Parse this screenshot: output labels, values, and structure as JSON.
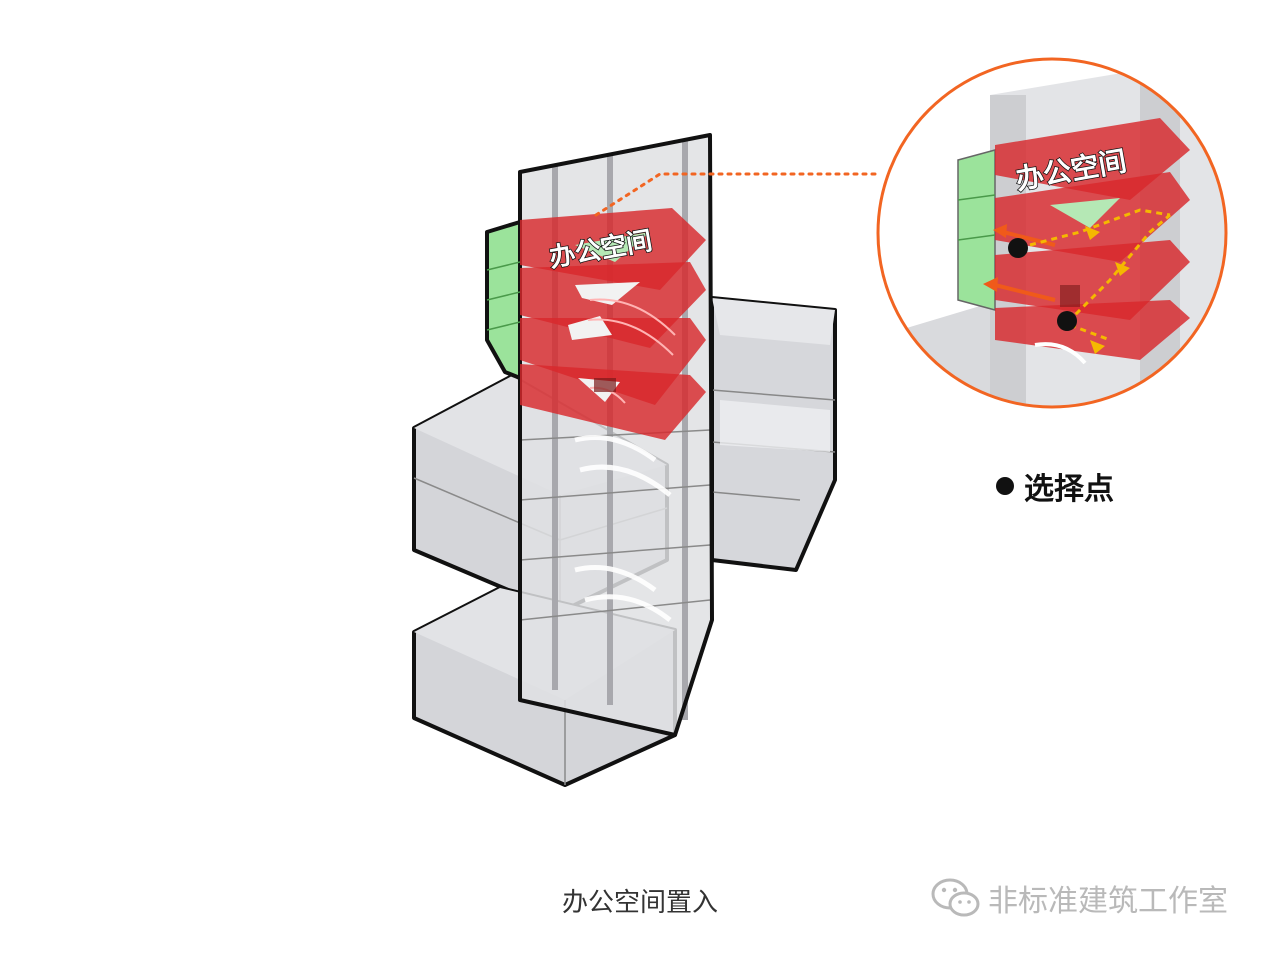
{
  "labels": {
    "office_space": "办公空间",
    "office_space_zoom": "办公空间",
    "caption": "办公空间置入",
    "legend_selection_point": "选择点",
    "watermark": "非标准建筑工作室"
  },
  "colors": {
    "office_red": "#d8282c",
    "green_volume": "#9be39b",
    "glass": "#d9dadd",
    "outline": "#111111",
    "leader_orange": "#f26522",
    "arrow_yellow": "#f5b800",
    "arrow_orange": "#f05a1a"
  },
  "icons": {
    "legend": "black-dot-icon",
    "watermark": "wechat-icon"
  }
}
